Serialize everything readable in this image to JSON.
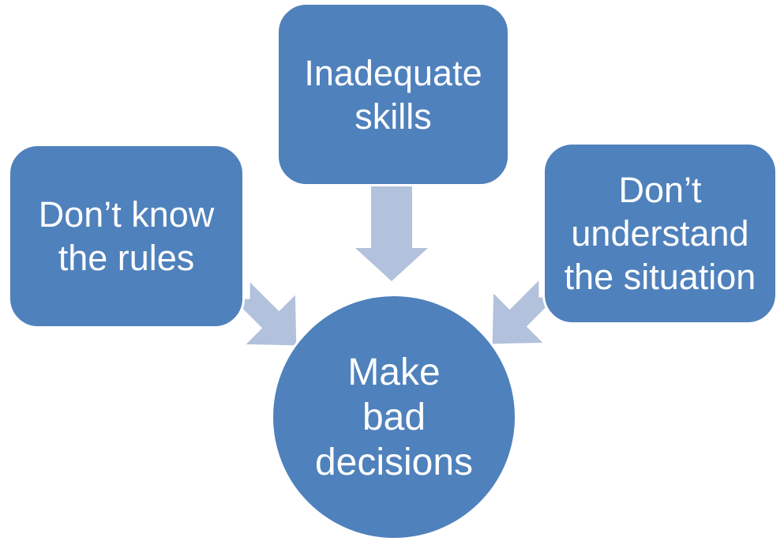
{
  "diagram": {
    "causes": [
      {
        "name": "dont-know-the-rules",
        "lines": [
          "Don’t know",
          "the rules"
        ]
      },
      {
        "name": "inadequate-skills",
        "lines": [
          "Inadequate",
          "skills"
        ]
      },
      {
        "name": "dont-understand-the-situation",
        "lines": [
          "Don’t",
          "understand",
          "the situation"
        ]
      }
    ],
    "effect": {
      "name": "make-bad-decisions",
      "lines": [
        "Make",
        "bad",
        "decisions"
      ]
    },
    "colors": {
      "shape_fill": "#4f81bc",
      "arrow_fill": "#b2c1dc",
      "text_color": "#ffffff",
      "outline_color": "#ffffff",
      "background": "#ffffff"
    }
  }
}
